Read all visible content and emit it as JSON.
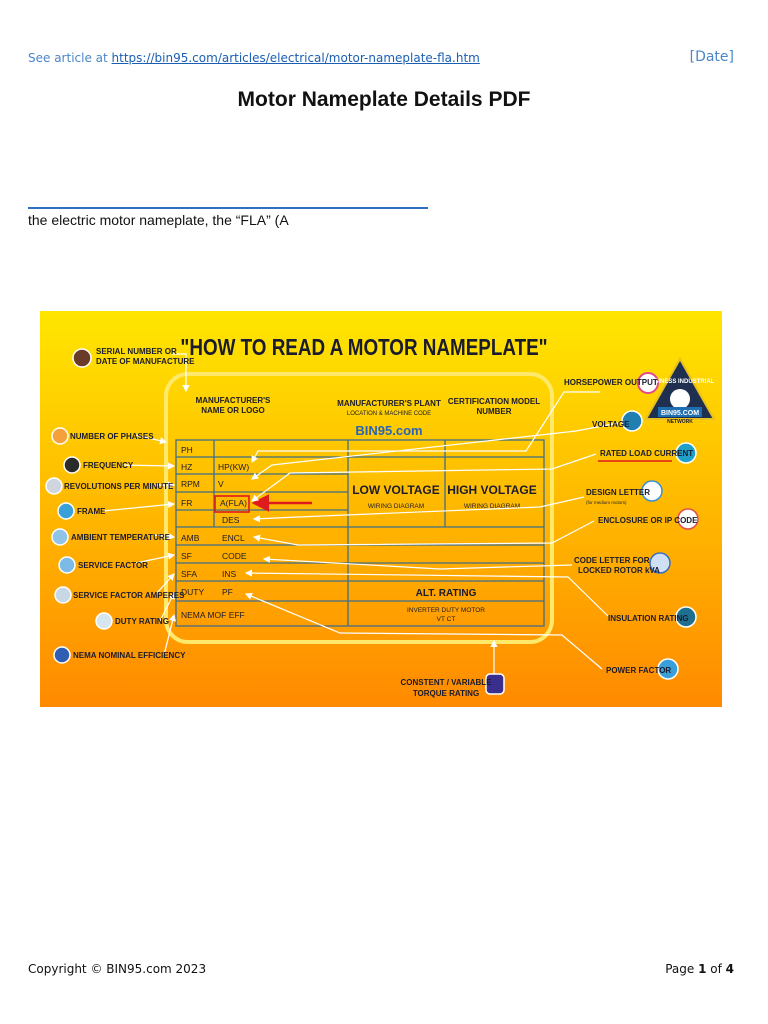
{
  "header": {
    "prefix": "See article at ",
    "link_text": "https://bin95.com/articles/electrical/motor-nameplate-fla.htm",
    "date": "[Date]"
  },
  "title": "Motor Nameplate Details PDF",
  "body_text": "the electric motor nameplate, the “FLA” (A",
  "figure": {
    "heading": "\"HOW TO READ A MOTOR NAMEPLATE\"",
    "brand": "BIN95.com",
    "logo_top": "BUSINESS INDUSTRIAL",
    "logo_name": "BIN95.COM",
    "logo_sub": "NETWORK",
    "colors": {
      "top": "#ffe600",
      "bottom": "#ff8a00",
      "frame": "#ffe96b",
      "table_line": "#3f6e8a",
      "arrow_red": "#e01b1b",
      "text": "#1b1b2e"
    },
    "col_headers": {
      "manufacturer": [
        "MANUFACTURER'S",
        "NAME OR LOGO"
      ],
      "plant": [
        "MANUFACTURER'S PLANT",
        "LOCATION & MACHINE CODE"
      ],
      "certification": [
        "CERTIFICATION MODEL",
        "NUMBER"
      ]
    },
    "rows": [
      {
        "left": "PH",
        "right": ""
      },
      {
        "left": "HZ",
        "right": "HP(KW)"
      },
      {
        "left": "RPM",
        "right": "V"
      },
      {
        "left": "FR",
        "right": "A(FLA)"
      },
      {
        "left": "",
        "right": "DES"
      },
      {
        "left": "AMB",
        "right": "ENCL"
      },
      {
        "left": "SF",
        "right": "CODE"
      },
      {
        "left": "SFA",
        "right": "INS"
      },
      {
        "left": "DUTY",
        "right": "PF"
      },
      {
        "left": "NEMA MOF EFF",
        "right": ""
      }
    ],
    "low_voltage": {
      "title": "LOW VOLTAGE",
      "sub": "WIRING DIAGRAM"
    },
    "high_voltage": {
      "title": "HIGH VOLTAGE",
      "sub": "WIRING DIAGRAM"
    },
    "alt_rating": "ALT. RATING",
    "inverter": {
      "line1": "INVERTER DUTY MOTOR",
      "line2": "VT      CT"
    },
    "left_labels": {
      "serial": [
        "SERIAL NUMBER OR",
        "DATE OF MANUFACTURE"
      ],
      "phases": "NUMBER OF PHASES",
      "frequency": "FREQUENCY",
      "rpm": "REVOLUTIONS PER MINUTE",
      "frame": "FRAME",
      "ambient": "AMBIENT TEMPERATURE",
      "service_factor": "SERVICE FACTOR",
      "sf_amperes": "SERVICE FACTOR AMPERES",
      "duty": "DUTY RATING",
      "nema": "NEMA NOMINAL EFFICIENCY"
    },
    "right_labels": {
      "horsepower": "HORSEPOWER OUTPUT",
      "voltage": "VOLTAGE",
      "rated_load": "RATED LOAD CURRENT",
      "design": "DESIGN LETTER",
      "design_sub": "(for medium motors)",
      "enclosure": "ENCLOSURE OR IP CODE",
      "code_letter": [
        "CODE LETTER FOR",
        "LOCKED ROTOR kVA"
      ],
      "insulation": "INSULATION RATING",
      "power_factor": "POWER FACTOR",
      "torque": [
        "CONSTENT / VARIABLE",
        "TORQUE RATING"
      ]
    }
  },
  "footer": {
    "copyright": "Copyright © BIN95.com 2023",
    "page_prefix": "Page ",
    "page_num": "1",
    "page_of": " of ",
    "page_total": "4"
  }
}
